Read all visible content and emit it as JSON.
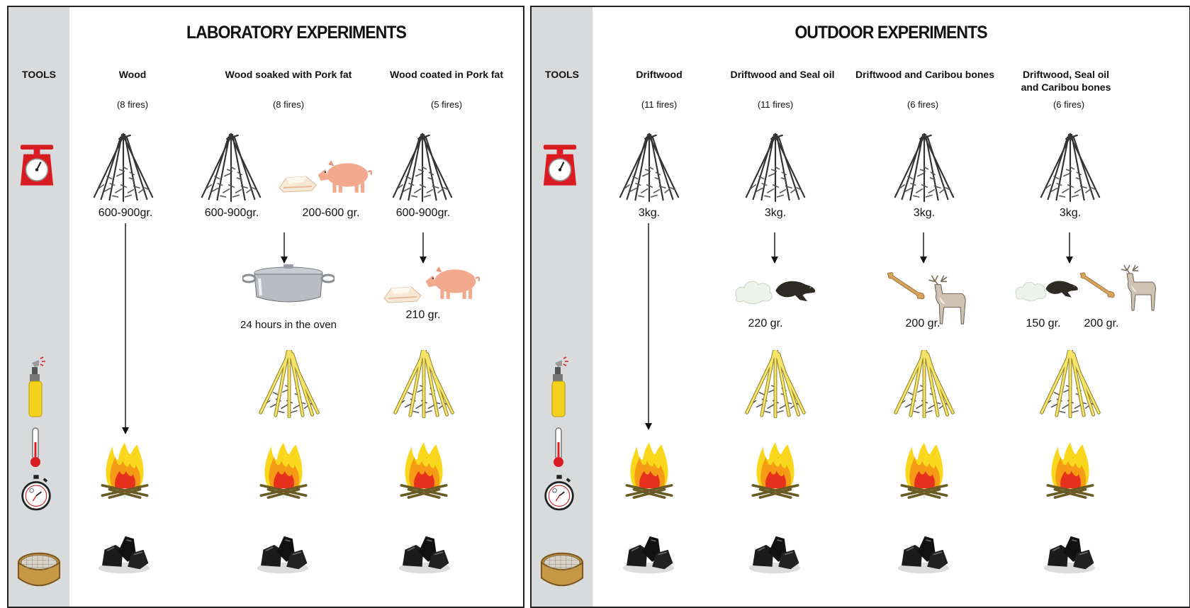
{
  "lab": {
    "title": "LABORATORY EXPERIMENTS",
    "tools_label": "TOOLS",
    "columns": [
      {
        "header": "Wood",
        "count": "(8 fires)",
        "wood_weight": "600-900gr."
      },
      {
        "header": "Wood soaked with Pork fat",
        "count": "(8 fires)",
        "wood_weight": "600-900gr.",
        "fat_weight": "200-600 gr.",
        "step": "24 hours in the oven"
      },
      {
        "header": "Wood coated in Pork fat",
        "count": "(5 fires)",
        "wood_weight": "600-900gr.",
        "fat_weight": "210 gr."
      }
    ]
  },
  "outdoor": {
    "title": "OUTDOOR EXPERIMENTS",
    "tools_label": "TOOLS",
    "columns": [
      {
        "header": "Driftwood",
        "count": "(11 fires)",
        "wood_weight": "3kg."
      },
      {
        "header": "Driftwood and Seal oil",
        "count": "(11 fires)",
        "wood_weight": "3kg.",
        "add1": "220 gr."
      },
      {
        "header": "Driftwood and Caribou bones",
        "count": "(6 fires)",
        "wood_weight": "3kg.",
        "add1": "200 gr."
      },
      {
        "header_line1": "Driftwood, Seal oil",
        "header_line2": "and Caribou bones",
        "count": "(6 fires)",
        "wood_weight": "3kg.",
        "add1": "150 gr.",
        "add2": "200 gr."
      }
    ]
  },
  "tools": [
    "scale-icon",
    "torch-icon",
    "thermometer-icon",
    "stopwatch-icon",
    "sieve-icon"
  ],
  "colors": {
    "tool_strip": "#d9dadc",
    "scale_red": "#e01b24",
    "pig_pink": "#f3a98e",
    "fire_orange": "#f07a12",
    "torch_yellow": "#f2d21c"
  }
}
